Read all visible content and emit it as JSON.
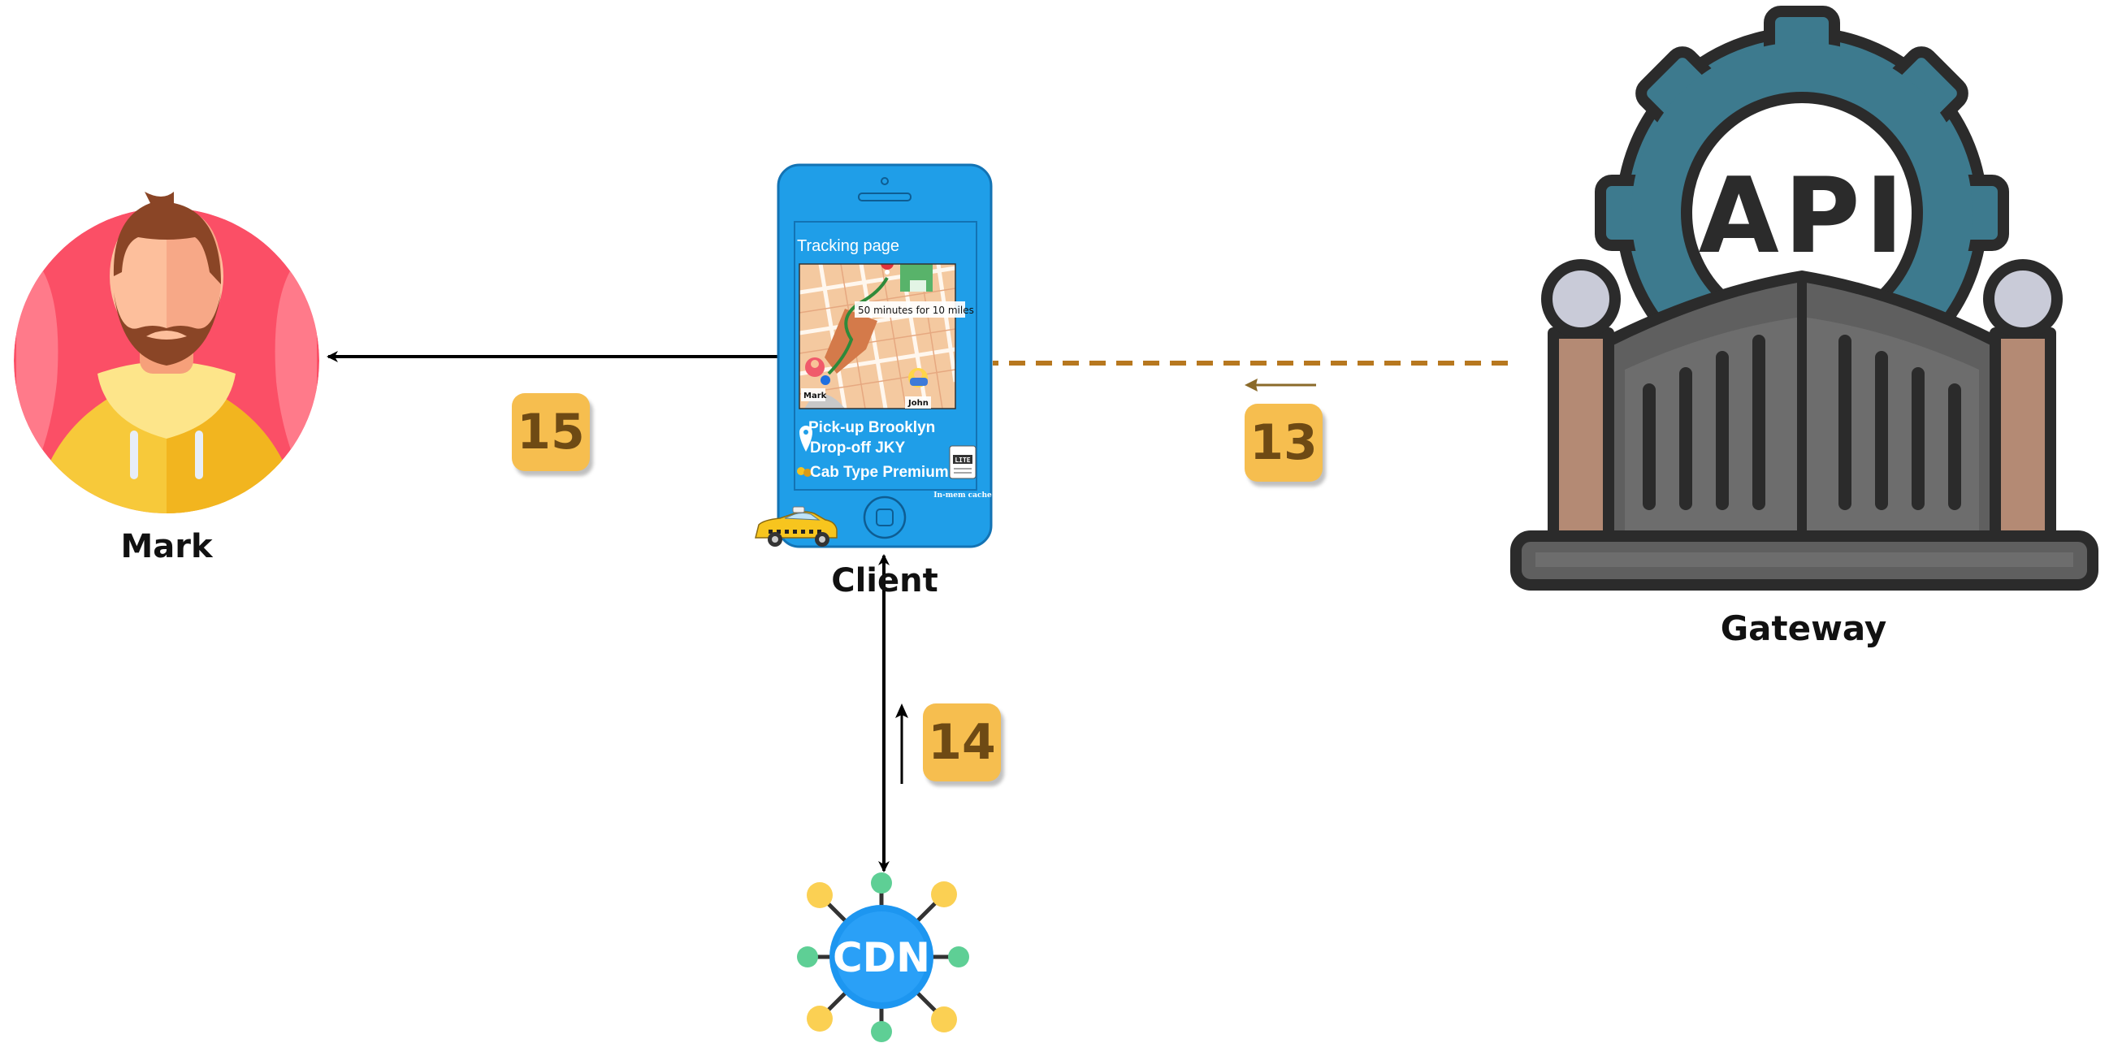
{
  "nodes": {
    "user_label": "Mark",
    "client_label": "Client",
    "gateway_label": "Gateway",
    "cdn_label": "CDN",
    "api_text": "API"
  },
  "phone": {
    "title": "Tracking page",
    "map_note": "50 minutes for 10 miles",
    "map_driver_label": "Mark",
    "map_rider_label": "John",
    "pickup": "Pick-up Brooklyn",
    "dropoff": "Drop-off JKY",
    "cab_type": "Cab Type Premium",
    "cache_label": "In-mem cache",
    "cache_icon_text": "LITE"
  },
  "steps": {
    "step_13": "13",
    "step_14": "14",
    "step_15": "15"
  },
  "colors": {
    "phone_blue": "#1f9ee8",
    "badge_gold": "#f6be4f",
    "dashed_brown": "#b7781f",
    "gear_teal": "#3d7a8e",
    "cdn_blue": "#1d96f0"
  }
}
